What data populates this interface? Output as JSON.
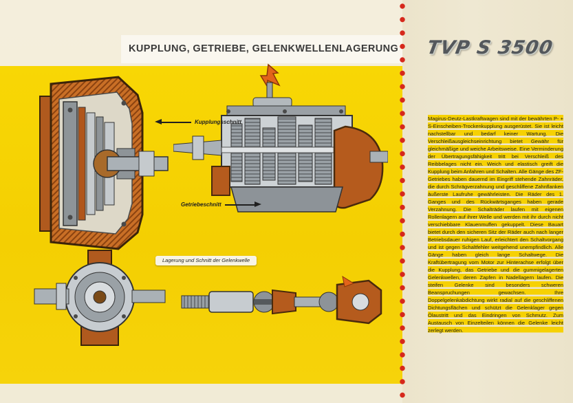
{
  "page": {
    "title": "KUPPLUNG, GETRIEBE, GELENKWELLENLAGERUNG",
    "model_logo": "TVP S 3500"
  },
  "illustration_labels": {
    "clutch": "Kupplungsschnitt",
    "gearbox": "Getriebeschnitt",
    "driveshaft": "Lagerung und Schnitt der Gelenkwelle"
  },
  "body_text": "Magirus-Deutz-Lastkraftwagen sind mit der bewährten P- + S-Einscheiben-Trockenkupplung ausgerüstet. Sie ist leicht nachstellbar und bedarf keiner Wartung. Die Verschleißausgleichseinrichtung bietet Gewähr für gleichmäßige und weiche Arbeitsweise. Eine Verminderung der Übertragungsfähigkeit tritt bei Verschleiß des Reibbelages nicht ein. Weich und elastisch greift die Kupplung beim Anfahren und Schalten. Alle Gänge des ZF-Getriebes haben dauernd im Eingriff stehende Zahnräder, die durch Schrägverzahnung und geschliffene Zahnflanken äußerste Laufruhe gewährleisten. Die Räder des 1. Ganges und des Rückwärtsganges haben gerade Verzahnung. Die Schalträder laufen mit eigenen Rollenlagern auf ihrer Welle und werden mit ihr durch nicht verschiebbare Klauenmuffen gekuppelt. Diese Bauart bietet durch den sicheren Sitz der Räder auch nach langer Betriebsdauer ruhigen Lauf, erleichtert den Schaltvorgang und ist gegen Schaltfehler weitgehend unempfindlich. Alle Gänge haben gleich lange Schaltwege. Die Kraftübertragung vom Motor zur Hinterachse erfolgt über die Kupplung, das Getriebe und die gummigelagerten Gelenkwellen, deren Zapfen in Nadellagern laufen. Die steifen Gelenke sind besonders schweren Beanspruchungen gewachsen. Ihre Doppelgelenkabdichtung wirkt radial auf die geschliffenen Dichtungsflächen und schützt die Gelenklager gegen Ölaustritt und das Eindringen von Schmutz. Zum Austausch von Einzelteilen können die Gelenke leicht zerlegt werden.",
  "colors": {
    "yellow": "#f6d103",
    "cream": "#efe8d2",
    "dot_red": "#d6281c",
    "housing_brown": "#b05a1e",
    "metal_gray": "#9aa1a6",
    "accent_orange": "#e2641a"
  }
}
